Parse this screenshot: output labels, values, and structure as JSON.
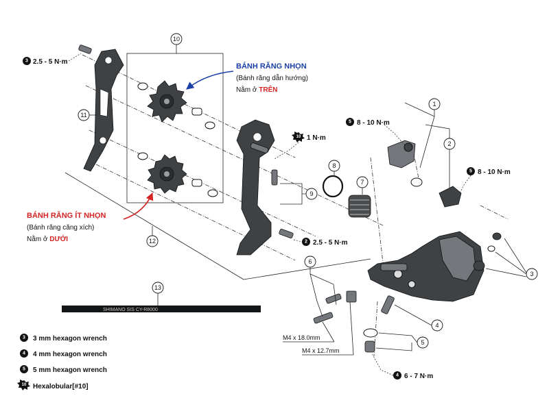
{
  "callouts": {
    "n1": "1",
    "n2": "2",
    "n3": "3",
    "n4": "4",
    "n5": "5",
    "n6": "6",
    "n7": "7",
    "n8": "8",
    "n9": "9",
    "n10": "10",
    "n11": "11",
    "n12": "12",
    "n13": "13"
  },
  "torque": {
    "t_top_left": {
      "tool": "3",
      "value": "2.5 - 5 N·m"
    },
    "t_hexa": {
      "tool": "10",
      "value": "1 N·m"
    },
    "t_mid": {
      "tool": "2",
      "value": "2.5 - 5 N·m"
    },
    "t_upper_r": {
      "tool": "5",
      "value": "8 - 10 N·m"
    },
    "t_right": {
      "tool": "5",
      "value": "8 - 10 N·m"
    },
    "t_bottom": {
      "tool": "4",
      "value": "6 - 7 N·m"
    }
  },
  "pulley_top": {
    "title": "BÁNH RĂNG NHỌN",
    "sub": "(Bánh răng dẫn hướng)",
    "pos_prefix": "Nằm ở ",
    "pos": "TRÊN"
  },
  "pulley_bottom": {
    "title": "BÁNH RĂNG ÍT NHỌN",
    "sub": "(Bánh răng căng xích)",
    "pos_prefix": "Nằm ở ",
    "pos": "DƯỚI"
  },
  "bolt_labels": {
    "long": "M4 x 18.0mm",
    "short": "M4 x 12.7mm"
  },
  "cable_text": "SHIMANO  SIS   CY-R8000",
  "legend": [
    {
      "badge": "3",
      "label": "3 mm hexagon wrench"
    },
    {
      "badge": "4",
      "label": "4 mm hexagon wrench"
    },
    {
      "badge": "5",
      "label": "5 mm hexagon wrench"
    },
    {
      "badge": "10",
      "label": "Hexalobular[#10]"
    }
  ],
  "colors": {
    "accent_red": "#d32323",
    "accent_blue": "#1a3fa6",
    "part_dark": "#3f4245"
  }
}
